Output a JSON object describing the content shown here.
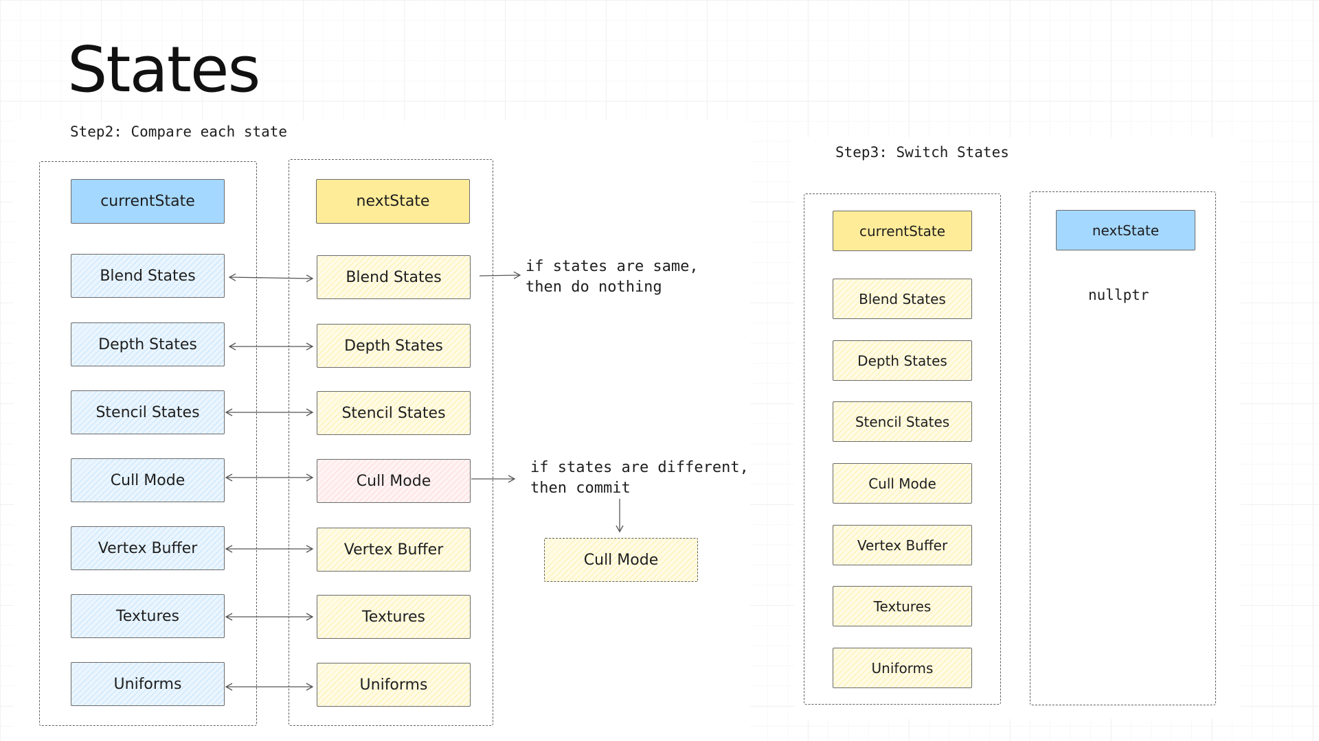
{
  "title": "States",
  "step2": {
    "label": "Step2: Compare each state",
    "current_column": {
      "header": "currentState",
      "items": [
        "Blend States",
        "Depth States",
        "Stencil States",
        "Cull Mode",
        "Vertex Buffer",
        "Textures",
        "Uniforms"
      ]
    },
    "next_column": {
      "header": "nextState",
      "items": [
        "Blend States",
        "Depth States",
        "Stencil States",
        "Cull Mode",
        "Vertex Buffer",
        "Textures",
        "Uniforms"
      ]
    },
    "note_same": "if states are same,\nthen do nothing",
    "note_different": "if states are different,\nthen commit",
    "commit_box": "Cull Mode"
  },
  "step3": {
    "label": "Step3: Switch States",
    "current_column": {
      "header": "currentState",
      "items": [
        "Blend States",
        "Depth States",
        "Stencil States",
        "Cull Mode",
        "Vertex Buffer",
        "Textures",
        "Uniforms"
      ]
    },
    "next_column": {
      "header": "nextState",
      "value": "nullptr"
    }
  },
  "colors": {
    "blue": "#a5d8ff",
    "yellow": "#ffec99",
    "pink": "#ffc9c9",
    "stroke": "#1e1e1e"
  }
}
